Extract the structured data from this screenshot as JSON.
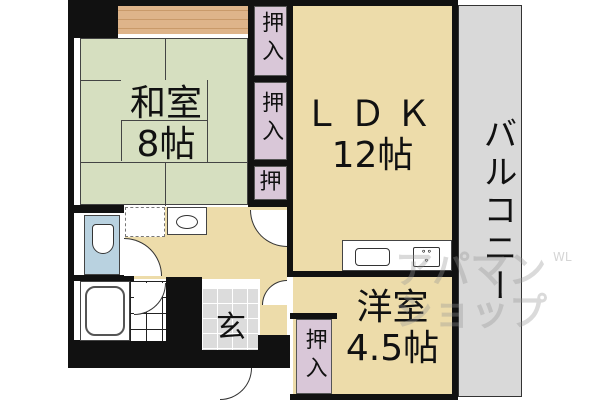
{
  "floorplan": {
    "rooms": {
      "washitsu": {
        "name": "和室",
        "size": "8帖"
      },
      "ldk": {
        "name": "ＬＤＫ",
        "size": "12帖"
      },
      "youshitsu": {
        "name": "洋室",
        "size": "4.5帖"
      },
      "balcony": {
        "name": "バルコニー"
      },
      "genkan": {
        "name": "玄"
      }
    },
    "closets": [
      {
        "label": "押入"
      },
      {
        "label": "押入"
      },
      {
        "label": "押"
      },
      {
        "label": "押入"
      }
    ],
    "watermark": {
      "line1": "アパマン",
      "line2": "ショップ",
      "small": "WL"
    },
    "colors": {
      "tatami": "#d6dfc0",
      "wood_floor": "#eddcaa",
      "closet": "#d9c7d8",
      "wet_area": "#b9d2e0",
      "balcony": "#d9d9d9",
      "wall": "#111111"
    }
  }
}
